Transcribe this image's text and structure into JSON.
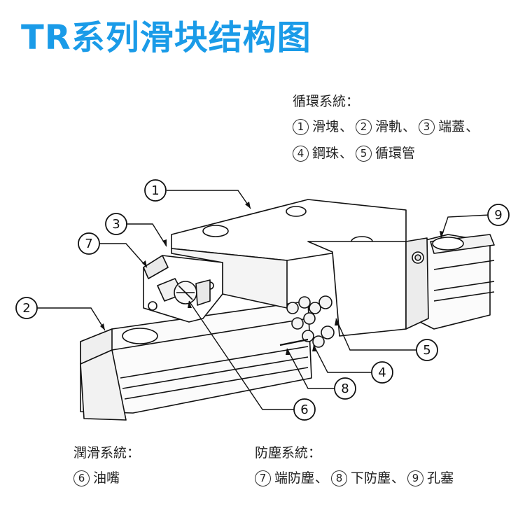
{
  "title": "TR系列滑块结构图",
  "circulation": {
    "heading": "循環系統：",
    "items": [
      {
        "num": "1",
        "label": "滑塊"
      },
      {
        "num": "2",
        "label": "滑軌"
      },
      {
        "num": "3",
        "label": "端蓋"
      },
      {
        "num": "4",
        "label": "鋼珠"
      },
      {
        "num": "5",
        "label": "循環管"
      }
    ]
  },
  "lubrication": {
    "heading": "潤滑系統：",
    "items": [
      {
        "num": "6",
        "label": "油嘴"
      }
    ]
  },
  "dustproof": {
    "heading": "防塵系統：",
    "items": [
      {
        "num": "7",
        "label": "端防塵"
      },
      {
        "num": "8",
        "label": "下防塵"
      },
      {
        "num": "9",
        "label": "孔塞"
      }
    ]
  },
  "callouts": [
    "1",
    "2",
    "3",
    "4",
    "5",
    "6",
    "7",
    "8",
    "9"
  ],
  "separator": "、"
}
